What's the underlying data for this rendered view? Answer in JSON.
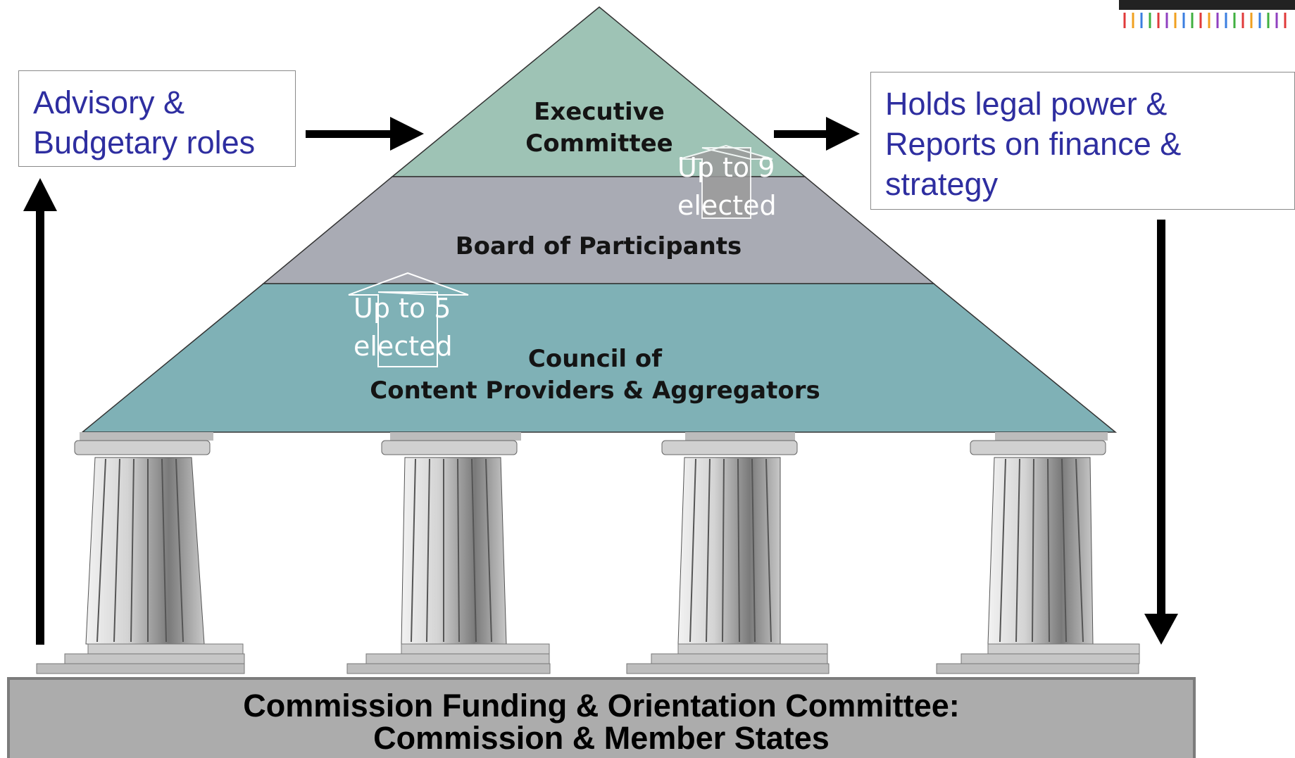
{
  "advisory_box": {
    "lines": [
      "Advisory &",
      "Budgetary roles"
    ]
  },
  "legal_box": {
    "lines": [
      "Holds legal power &",
      "Reports on finance &",
      "strategy"
    ]
  },
  "pyramid": {
    "top": {
      "lines": [
        "Executive",
        "Committee"
      ],
      "color": "#9ec3b5"
    },
    "middle": {
      "lines": [
        "Board of Participants"
      ],
      "color": "#a9abb4"
    },
    "bottom": {
      "lines": [
        "Council of",
        "Content Providers & Aggregators"
      ],
      "color": "#7fb1b6"
    }
  },
  "elected_up_to_9": {
    "lines": [
      "Up to 9",
      "elected"
    ]
  },
  "elected_up_to_5": {
    "lines": [
      "Up to 5",
      "elected"
    ]
  },
  "base": {
    "lines": [
      "Commission Funding & Orientation Committee:",
      "Commission & Member States"
    ]
  },
  "colors": {
    "box_text": "#2e2ea0",
    "arrow": "#000000",
    "base_fill": "#acacac"
  }
}
